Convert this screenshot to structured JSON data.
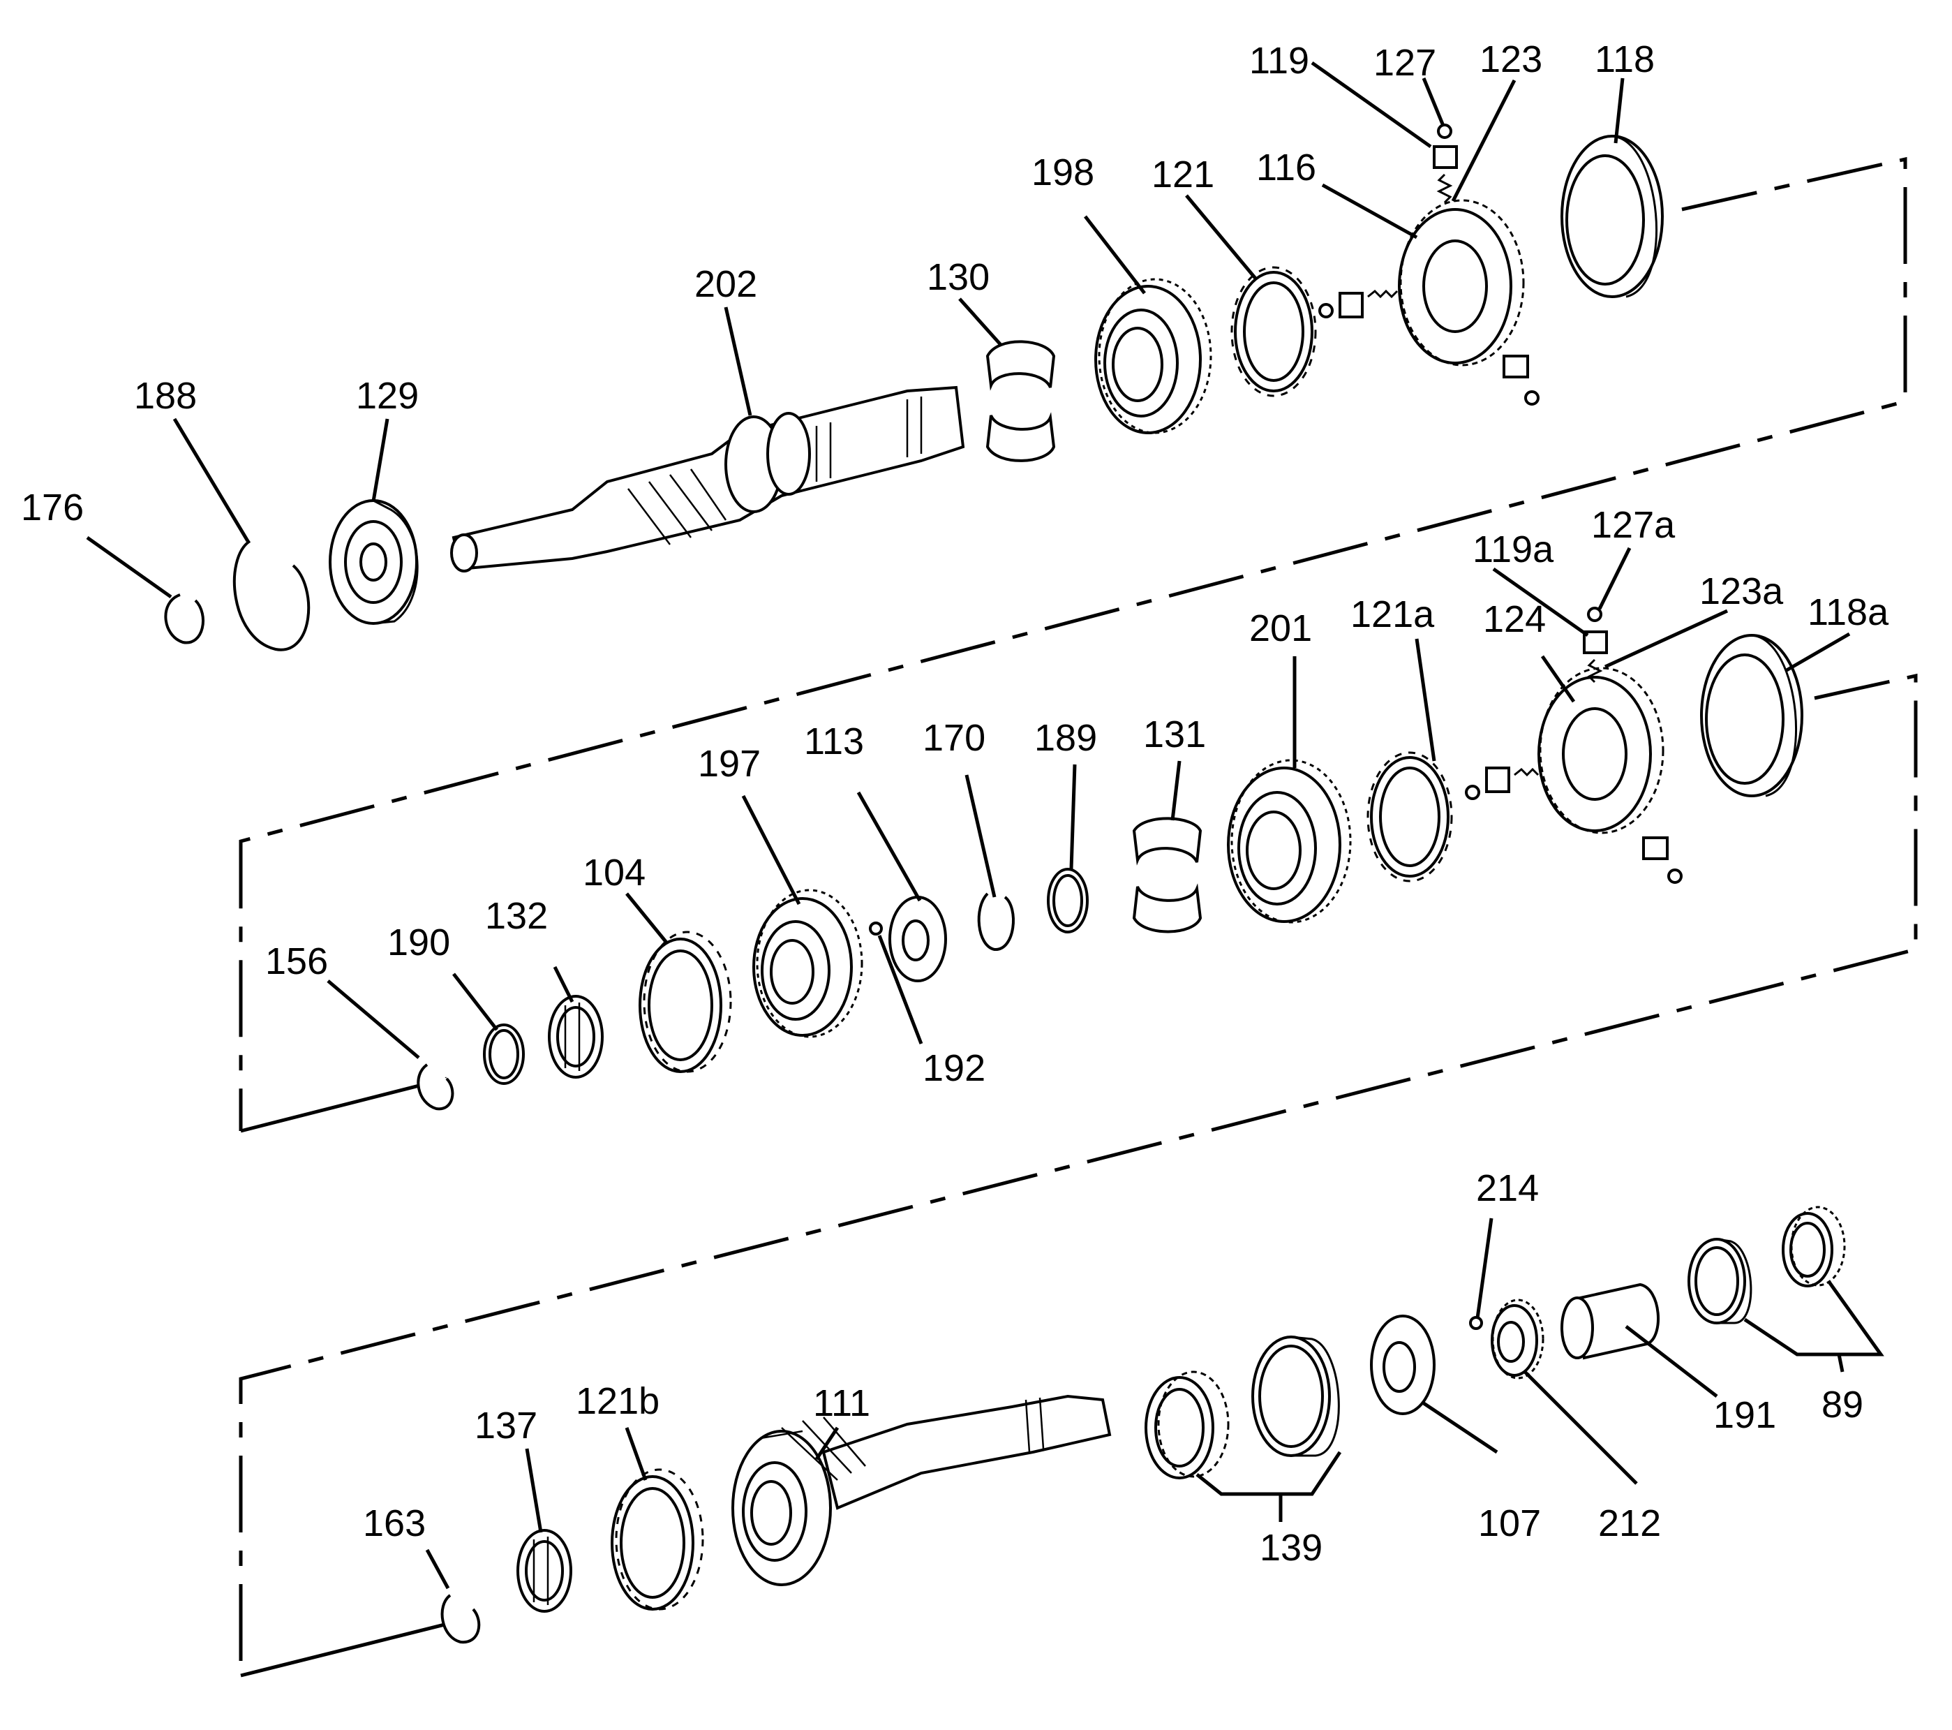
{
  "labels": {
    "l119": "119",
    "l127": "127",
    "l123": "123",
    "l118": "118",
    "l116": "116",
    "l198": "198",
    "l121": "121",
    "l130": "130",
    "l202": "202",
    "l188": "188",
    "l129": "129",
    "l176": "176",
    "l119a": "119a",
    "l127a": "127a",
    "l123a": "123a",
    "l118a": "118a",
    "l124": "124",
    "l201": "201",
    "l121a": "121a",
    "l131": "131",
    "l189": "189",
    "l170": "170",
    "l113": "113",
    "l197": "197",
    "l104": "104",
    "l132": "132",
    "l190": "190",
    "l156": "156",
    "l192": "192",
    "l214": "214",
    "l111": "111",
    "l121b": "121b",
    "l137": "137",
    "l163": "163",
    "l139": "139",
    "l107": "107",
    "l212": "212",
    "l191": "191",
    "l89": "89"
  }
}
